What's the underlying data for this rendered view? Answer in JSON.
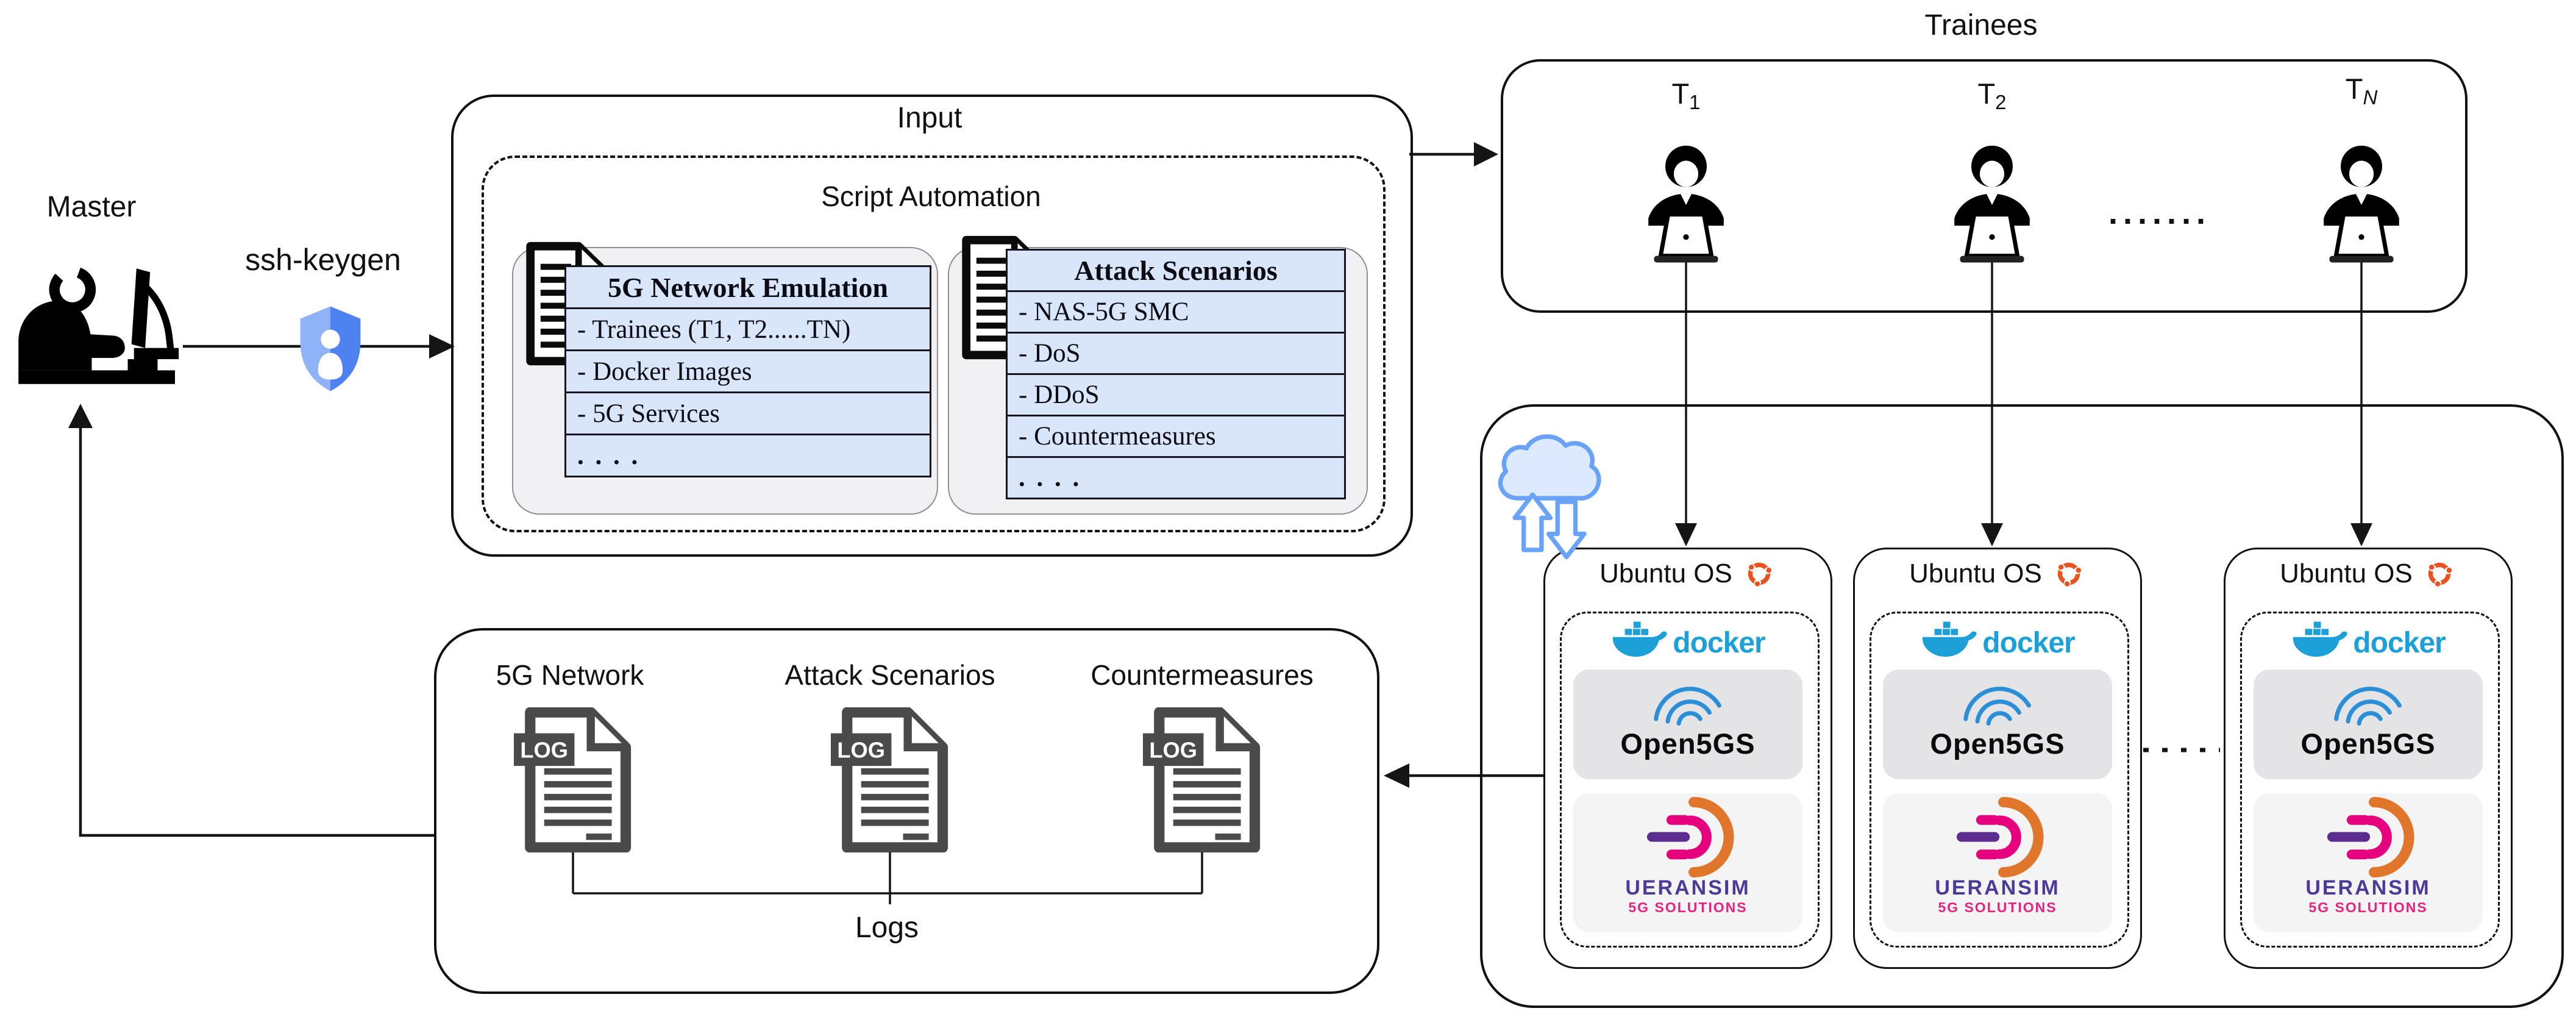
{
  "master": {
    "label": "Master"
  },
  "ssh_keygen": {
    "label": "ssh-keygen"
  },
  "input_box": {
    "title": "Input",
    "script_automation": {
      "title": "Script Automation",
      "emulation_table": {
        "header": "5G Network Emulation",
        "rows": [
          "- Trainees (T1, T2......TN)",
          "- Docker Images",
          "- 5G Services",
          ". . . ."
        ]
      },
      "attack_table": {
        "header": "Attack Scenarios",
        "rows": [
          "- NAS-5G SMC",
          "- DoS",
          "- DDoS",
          "- Countermeasures",
          ". . . ."
        ]
      }
    }
  },
  "trainees": {
    "title": "Trainees",
    "ellipsis": ".......",
    "items": [
      {
        "label": "T",
        "sub": "1"
      },
      {
        "label": "T",
        "sub": "2"
      },
      {
        "label": "T",
        "sub": "N"
      }
    ]
  },
  "cloud": {
    "nodes": [
      {
        "os_label": "Ubuntu OS",
        "container_label": "docker",
        "core_label": "Open5GS",
        "ran_label": "UERANSIM",
        "ran_sublabel": "5G SOLUTIONS"
      },
      {
        "os_label": "Ubuntu OS",
        "container_label": "docker",
        "core_label": "Open5GS",
        "ran_label": "UERANSIM",
        "ran_sublabel": "5G SOLUTIONS"
      },
      {
        "os_label": "Ubuntu OS",
        "container_label": "docker",
        "core_label": "Open5GS",
        "ran_label": "UERANSIM",
        "ran_sublabel": "5G SOLUTIONS"
      }
    ]
  },
  "logs_box": {
    "title": "Logs",
    "badge": "LOG",
    "doc_labels": [
      "5G Network",
      "Attack Scenarios",
      "Countermeasures"
    ]
  },
  "colors": {
    "ink": "#111111",
    "line": "#151515",
    "table-blue": "#d9e6fa",
    "table-border": "#15151f",
    "card-gray": "#f1f1f3",
    "card-border": "#8f8f96",
    "docker-blue": "#1d9fd8",
    "ubuntu-orange": "#e9531f",
    "open5gs-blue": "#2b8fd8",
    "ueransim-purple": "#5c2d91",
    "ueransim-magenta": "#e6007e",
    "ueransim-orange": "#e0762b",
    "ueransim-text": "#4b3a97",
    "ueransim-pink": "#e6247e",
    "shield-light": "#8fb3f9",
    "shield-dark": "#4d82f0",
    "cloud-stroke": "#6aa2f8",
    "cloud-fill": "#dce9ff",
    "log-gray": "#4a4a4a"
  }
}
